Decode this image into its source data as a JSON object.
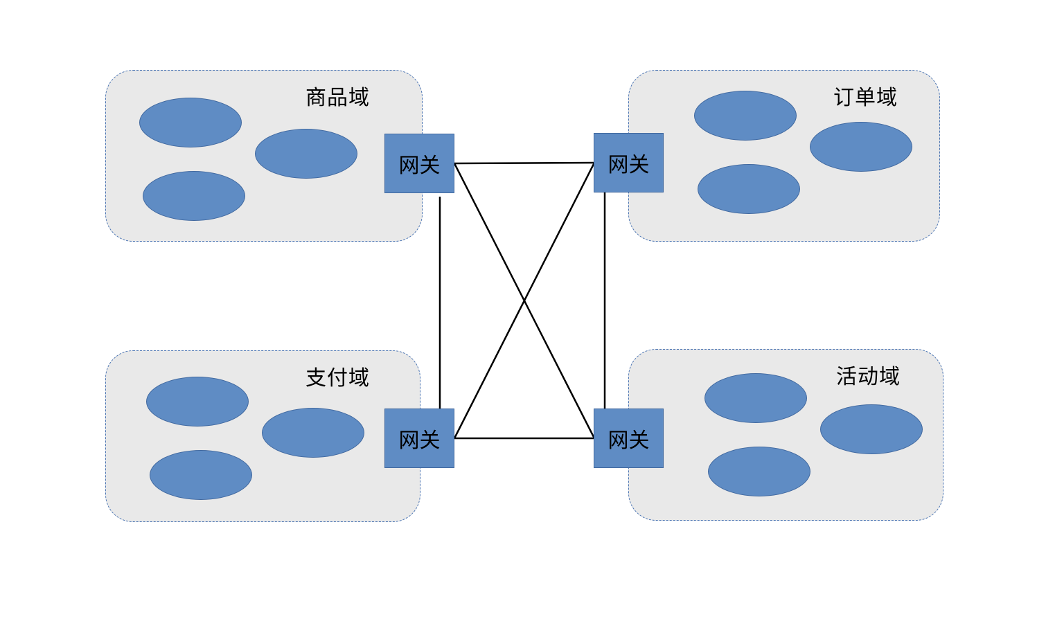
{
  "domains": {
    "product": {
      "title": "商品域",
      "gateway": "网关"
    },
    "order": {
      "title": "订单域",
      "gateway": "网关"
    },
    "payment": {
      "title": "支付域",
      "gateway": "网关"
    },
    "activity": {
      "title": "活动域",
      "gateway": "网关"
    }
  },
  "colors": {
    "domain_fill": "#e9e9e9",
    "domain_border": "#4a74b3",
    "node_fill": "#5f8cc4",
    "node_border": "#40689f",
    "link": "#000000"
  }
}
